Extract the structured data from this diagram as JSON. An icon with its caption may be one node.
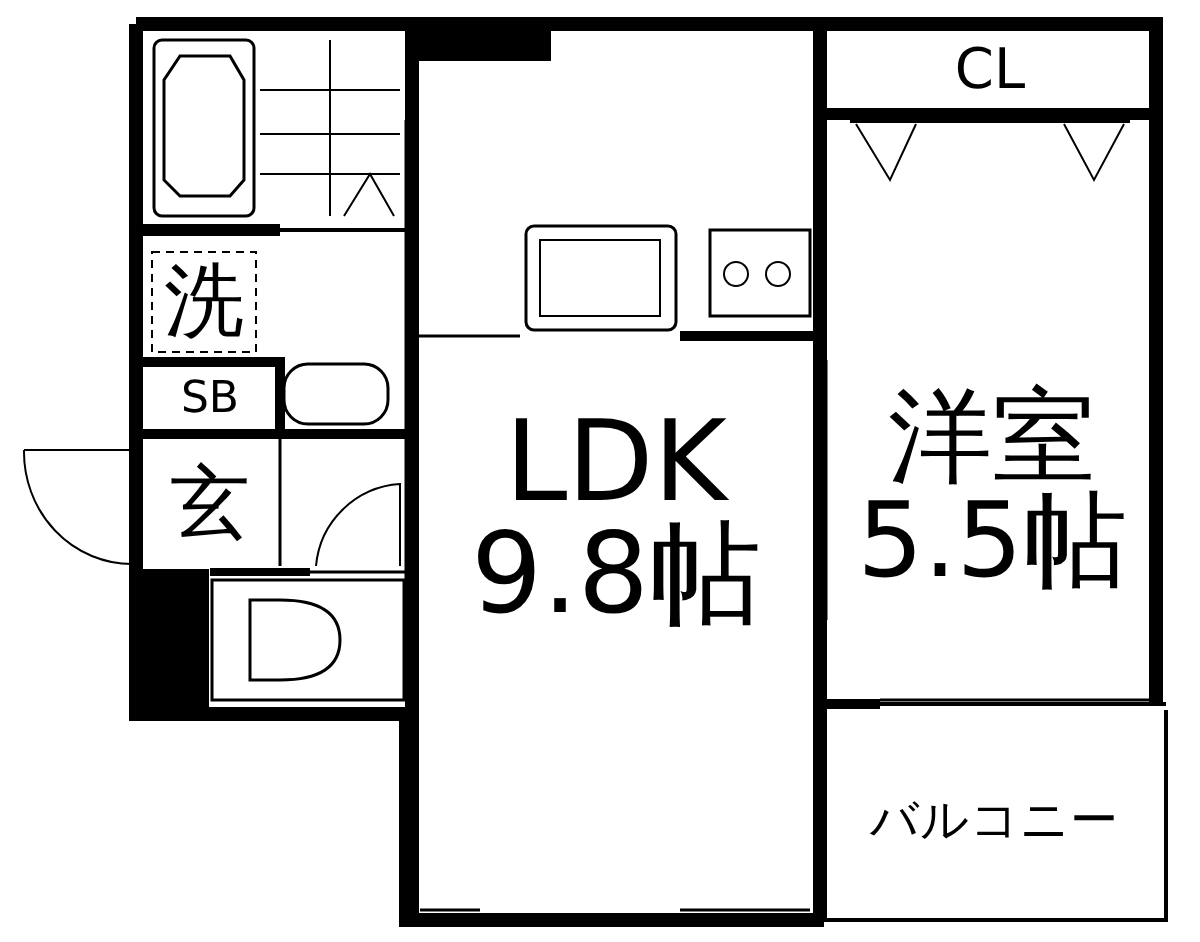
{
  "diagram": {
    "nodes": [
      {
        "text": [
          "洗"
        ]
      },
      {
        "text": [
          "SB"
        ]
      },
      {
        "text": [
          "玄"
        ]
      },
      {
        "text": [
          "LDK",
          "9.8帖"
        ]
      },
      {
        "text": [
          "CL"
        ]
      },
      {
        "text": [
          "洋室",
          "5.5帖"
        ]
      },
      {
        "text": [
          "バルコニー"
        ]
      }
    ]
  }
}
